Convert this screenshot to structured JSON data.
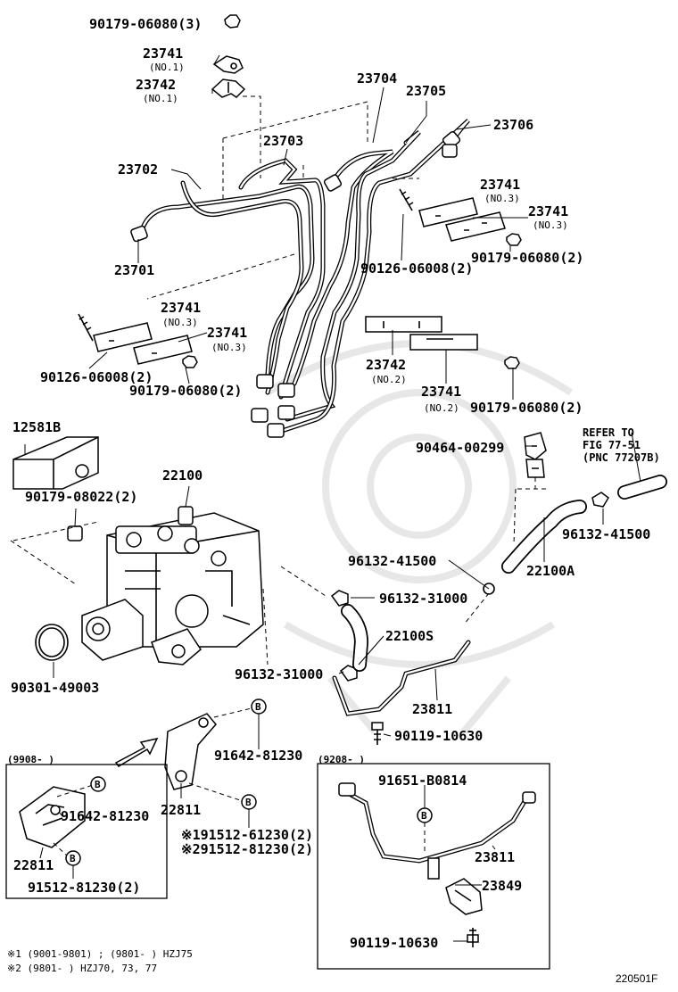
{
  "labels": {
    "p_90179_06080_3": "90179-06080(3)",
    "p_23741_a": "23741",
    "n_no1_a": "(NO.1)",
    "p_23742_a": "23742",
    "n_no1_b": "(NO.1)",
    "p_23704": "23704",
    "p_23705": "23705",
    "p_23706": "23706",
    "p_23703": "23703",
    "p_23702": "23702",
    "p_23701": "23701",
    "p_23741_b": "23741",
    "n_no3_b": "(NO.3)",
    "p_23741_c": "23741",
    "n_no3_c": "(NO.3)",
    "p_90179_06080_2a": "90179-06080(2)",
    "p_90126_06008_2a": "90126-06008(2)",
    "p_23741_d": "23741",
    "n_no3_d": "(NO.3)",
    "p_23741_e": "23741",
    "n_no3_e": "(NO.3)",
    "p_90126_06008_2b": "90126-06008(2)",
    "p_90179_06080_2b": "90179-06080(2)",
    "p_23742_b": "23742",
    "n_no2_b": "(NO.2)",
    "p_23741_f": "23741",
    "n_no2_f": "(NO.2)",
    "p_90179_06080_2c": "90179-06080(2)",
    "p_12581B": "12581B",
    "p_90179_08022_2": "90179-08022(2)",
    "p_22100": "22100",
    "p_90464_00299": "90464-00299",
    "ref_1": "REFER TO",
    "ref_2": "FIG 77-51",
    "ref_3": "(PNC 77207B)",
    "p_96132_41500_a": "96132-41500",
    "p_22100A": "22100A",
    "p_96132_41500_b": "96132-41500",
    "p_96132_31000_a": "96132-31000",
    "p_22100S": "22100S",
    "p_90301_49003": "90301-49003",
    "p_96132_31000_b": "96132-31000",
    "p_23811_a": "23811",
    "p_90119_10630_a": "90119-10630",
    "p_91642_81230_a": "91642-81230",
    "range_9208": "(9208-     )",
    "p_22811_a": "22811",
    "p_x191512": "※191512-61230(2)",
    "p_x291512": "※291512-81230(2)",
    "range_9908": "(9908-     )",
    "p_91642_81230_b": "91642-81230",
    "p_22811_b": "22811",
    "p_91512_81230_2": "91512-81230(2)",
    "p_91651_B0814": "91651-B0814",
    "p_23811_b": "23811",
    "p_23849": "23849",
    "p_90119_10630_b": "90119-10630",
    "mark_B": "B",
    "fn_1": "※1 (9001-9801) ; (9801-      ) HZJ75",
    "fn_2": "※2 (9801-      ) HZJ70, 73, 77",
    "fig_id": "220501F"
  }
}
